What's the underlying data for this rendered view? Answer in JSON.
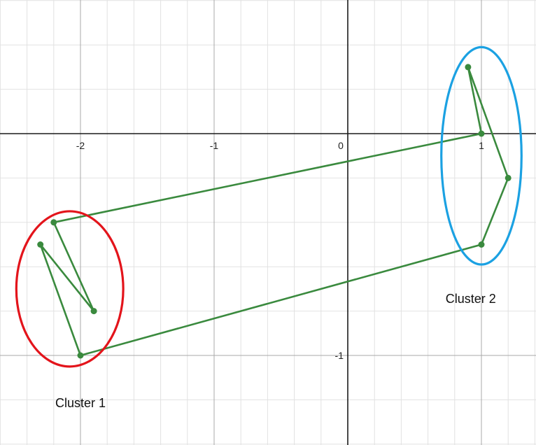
{
  "chart_data": {
    "type": "line",
    "title": "",
    "xlabel": "",
    "ylabel": "",
    "xlim": [
      -2.5,
      1.4
    ],
    "ylim": [
      -1.4,
      0.6
    ],
    "grid": true,
    "x_ticks": [
      {
        "value": -2,
        "label": "-2"
      },
      {
        "value": -1,
        "label": "-1"
      },
      {
        "value": 0,
        "label": "0"
      },
      {
        "value": 1,
        "label": "1"
      }
    ],
    "y_ticks": [
      {
        "value": -1,
        "label": "-1"
      }
    ],
    "series": [
      {
        "color": "#3a8a3e",
        "points": [
          {
            "x": 0.9,
            "y": 0.3
          },
          {
            "x": 1.0,
            "y": 0.0
          },
          {
            "x": -2.2,
            "y": -0.4
          },
          {
            "x": -1.9,
            "y": -0.8
          },
          {
            "x": -2.3,
            "y": -0.5
          },
          {
            "x": -2.0,
            "y": -1.0
          },
          {
            "x": 1.0,
            "y": -0.5
          },
          {
            "x": 1.2,
            "y": -0.2
          },
          {
            "x": 0.9,
            "y": 0.3
          }
        ]
      }
    ],
    "annotations": [
      {
        "text": "Cluster 1",
        "color": "#e3141b",
        "cx": -2.08,
        "cy": -0.7,
        "rx": 0.4,
        "ry": 0.35
      },
      {
        "text": "Cluster 2",
        "color": "#1ba1e2",
        "cx": 1.0,
        "cy": -0.1,
        "rx": 0.3,
        "ry": 0.49
      }
    ]
  }
}
